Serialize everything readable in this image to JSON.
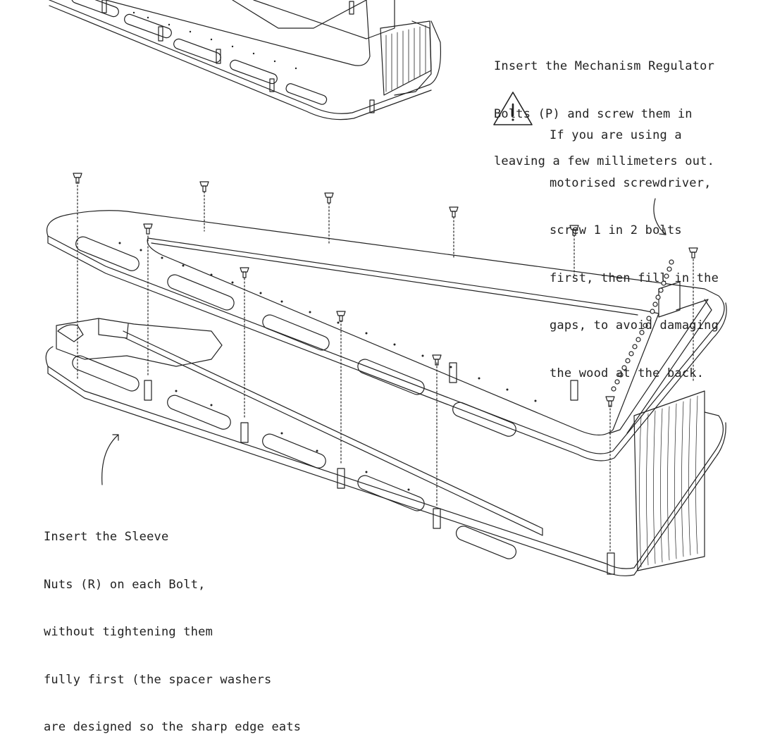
{
  "instruction_top": [
    "Insert the Mechanism Regulator",
    "Bolts (P) and screw them in",
    "leaving a few millimeters out."
  ],
  "warning": {
    "icon": "warning-triangle-icon",
    "lines": [
      "If you are using a",
      "motorised screwdriver,",
      "screw 1 in 2 bolts",
      "first, then fill in the",
      "gaps, to avoid damaging",
      "the wood at the back."
    ]
  },
  "instruction_bottom": [
    "Insert the Sleeve",
    "Nuts (R) on each Bolt,",
    "without tightening them",
    "fully first (the spacer washers",
    "are designed so the sharp edge eats"
  ]
}
